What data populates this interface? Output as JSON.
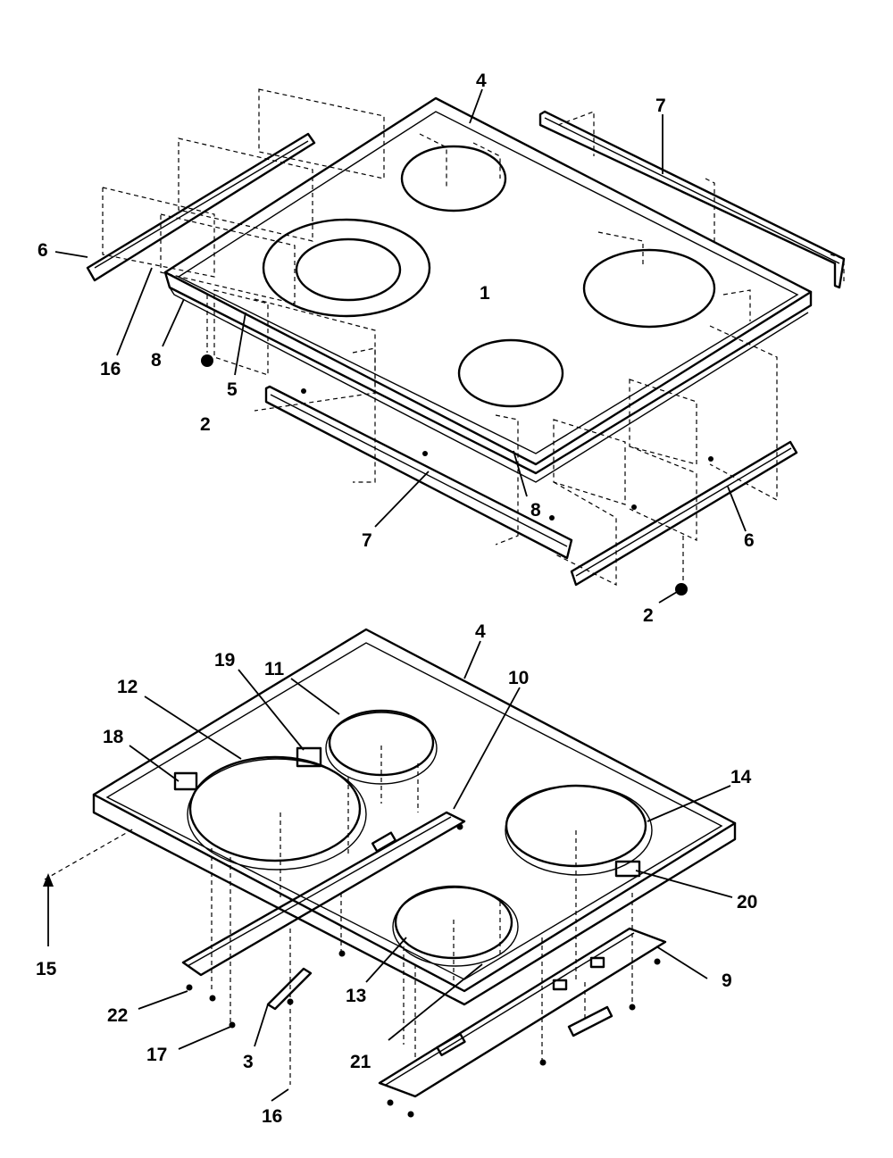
{
  "figure": {
    "upper_assembly": {
      "callouts": [
        {
          "id": "label-4-top",
          "text": "4"
        },
        {
          "id": "label-7-top",
          "text": "7"
        },
        {
          "id": "label-6-left",
          "text": "6"
        },
        {
          "id": "label-16-top",
          "text": "16"
        },
        {
          "id": "label-8-left",
          "text": "8"
        },
        {
          "id": "label-5",
          "text": "5"
        },
        {
          "id": "label-2-top",
          "text": "2"
        },
        {
          "id": "label-1",
          "text": "1"
        },
        {
          "id": "label-8-right",
          "text": "8"
        },
        {
          "id": "label-7-bottom",
          "text": "7"
        },
        {
          "id": "label-6-right",
          "text": "6"
        },
        {
          "id": "label-2-bottom",
          "text": "2"
        }
      ]
    },
    "lower_assembly": {
      "callouts": [
        {
          "id": "label-4-bottom",
          "text": "4"
        },
        {
          "id": "label-11",
          "text": "11"
        },
        {
          "id": "label-19",
          "text": "19"
        },
        {
          "id": "label-10",
          "text": "10"
        },
        {
          "id": "label-12",
          "text": "12"
        },
        {
          "id": "label-18",
          "text": "18"
        },
        {
          "id": "label-14",
          "text": "14"
        },
        {
          "id": "label-20",
          "text": "20"
        },
        {
          "id": "label-15",
          "text": "15"
        },
        {
          "id": "label-9",
          "text": "9"
        },
        {
          "id": "label-22",
          "text": "22"
        },
        {
          "id": "label-13",
          "text": "13"
        },
        {
          "id": "label-21",
          "text": "21"
        },
        {
          "id": "label-17",
          "text": "17"
        },
        {
          "id": "label-3",
          "text": "3"
        },
        {
          "id": "label-16-bottom",
          "text": "16"
        }
      ]
    }
  }
}
